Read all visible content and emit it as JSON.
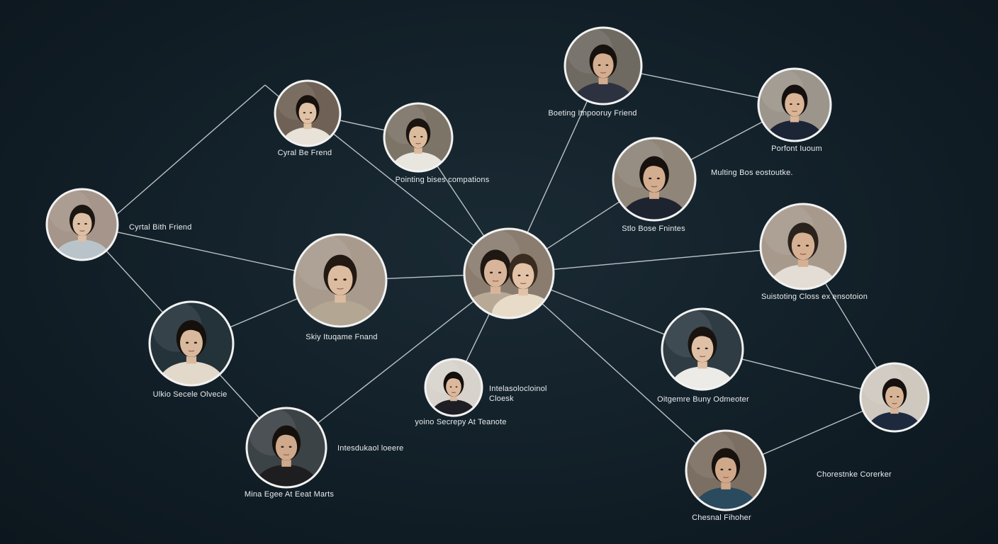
{
  "nodes": [
    {
      "id": "center",
      "bg": "#8a7d70",
      "skin": "#d8b59a",
      "hair": "#1e1712",
      "shirt": "#b7a996",
      "pair": true
    },
    {
      "id": "n1",
      "label": [
        "Cyral Be Frend"
      ],
      "bg": "#6f6155",
      "skin": "#e0c2a6",
      "hair": "#17110d",
      "shirt": "#e8e2d8"
    },
    {
      "id": "n2",
      "label": [
        "Pointing bises compations"
      ],
      "bg": "#7d7468",
      "skin": "#dcbb9d",
      "hair": "#1a1410",
      "shirt": "#e9e6df"
    },
    {
      "id": "n3",
      "label": [
        "Cyrtal Bith Friend"
      ],
      "bg": "#a5958a",
      "skin": "#dcbfa5",
      "hair": "#1b1612",
      "shirt": "#b9c4ca"
    },
    {
      "id": "n4",
      "label": [
        "Skiy Ituqame Fnand"
      ],
      "bg": "#a89b8e",
      "skin": "#dcbca0",
      "hair": "#221912",
      "shirt": "#b3a793"
    },
    {
      "id": "n5",
      "label": [
        "Ulkio Secele Olvecie"
      ],
      "bg": "#24323a",
      "skin": "#d9b99e",
      "hair": "#15100c",
      "shirt": "#e3d9cb"
    },
    {
      "id": "n6",
      "label": [
        "Mina Egee At Eeat Marts",
        "Intesdukaol loeere"
      ],
      "bg": "#3c4347",
      "skin": "#cfa98c",
      "hair": "#15100c",
      "shirt": "#1e1e21"
    },
    {
      "id": "n7",
      "label": [
        "yoino Secrepy At Teanote",
        "Intelasolocloinol",
        "Cloesk"
      ],
      "bg": "#d7d3cc",
      "skin": "#dcb99c",
      "hair": "#130f0c",
      "shirt": "#1e1f24"
    },
    {
      "id": "n8",
      "label": [
        "Boeting Itnpooruy Friend"
      ],
      "bg": "#6e6a62",
      "skin": "#d3ad8f",
      "hair": "#16110d",
      "shirt": "#2c3240"
    },
    {
      "id": "n9",
      "label": [
        "Stlo Bose Fnintes",
        "Multing Bos eostoutke."
      ],
      "bg": "#8f8579",
      "skin": "#d3ad8f",
      "hair": "#16110d",
      "shirt": "#1e2330"
    },
    {
      "id": "n10",
      "label": [
        "Porfont Iuoum"
      ],
      "bg": "#9c958b",
      "skin": "#d9b496",
      "hair": "#141010",
      "shirt": "#1c2535"
    },
    {
      "id": "n11",
      "label": [
        "Suistoting Closs ex ensotoion"
      ],
      "bg": "#a79a8d",
      "skin": "#d6b092",
      "hair": "#2a231d",
      "shirt": "#e3ddd5"
    },
    {
      "id": "n12",
      "label": [
        "Oitgemre Buny Odmeoter"
      ],
      "bg": "#2f3c44",
      "skin": "#dfc0a4",
      "hair": "#191310",
      "shirt": "#ecebe7"
    },
    {
      "id": "n13",
      "label": [
        "Chorestnke Corerker"
      ],
      "bg": "#cfc8bf",
      "skin": "#d8b497",
      "hair": "#16110e",
      "shirt": "#1d2a3e"
    },
    {
      "id": "n14",
      "label": [
        "Chesnal Fihoher"
      ],
      "bg": "#7b6e62",
      "skin": "#cfa88a",
      "hair": "#17120e",
      "shirt": "#2a4a5e"
    }
  ]
}
